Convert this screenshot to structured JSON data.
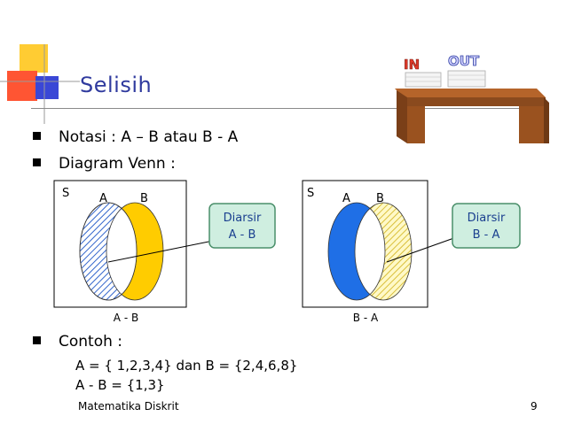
{
  "slide": {
    "title": "Selisih",
    "bullets": [
      "Notasi : A – B atau B - A",
      "Diagram Venn :",
      "Contoh :"
    ],
    "example_lines": [
      "A = { 1,2,3,4} dan B = {2,4,6,8}",
      "A - B = {1,3}"
    ],
    "footer_left": "Matematika Diskrit",
    "page_number": "9"
  },
  "diagram_left": {
    "universe_label": "S",
    "set_a_label": "A",
    "set_b_label": "B",
    "callout_line1": "Diarsir",
    "callout_line2": "A - B",
    "caption": "A - B"
  },
  "diagram_right": {
    "universe_label": "S",
    "set_a_label": "A",
    "set_b_label": "B",
    "callout_line1": "Diarsir",
    "callout_line2": "B - A",
    "caption": "B - A"
  },
  "clipart": {
    "tray_in_label": "IN",
    "tray_out_label": "OUT"
  },
  "colors": {
    "title": "#2f3a9e",
    "callout_border": "#4a8f6a",
    "callout_fill": "#cfeee0",
    "callout_text": "#1a3f8f",
    "set_b_fill": "#ffcc00",
    "set_a_fill": "#1f6fe6",
    "hatch_blue": "#3366cc",
    "hatch_yellow": "#e8d050"
  }
}
